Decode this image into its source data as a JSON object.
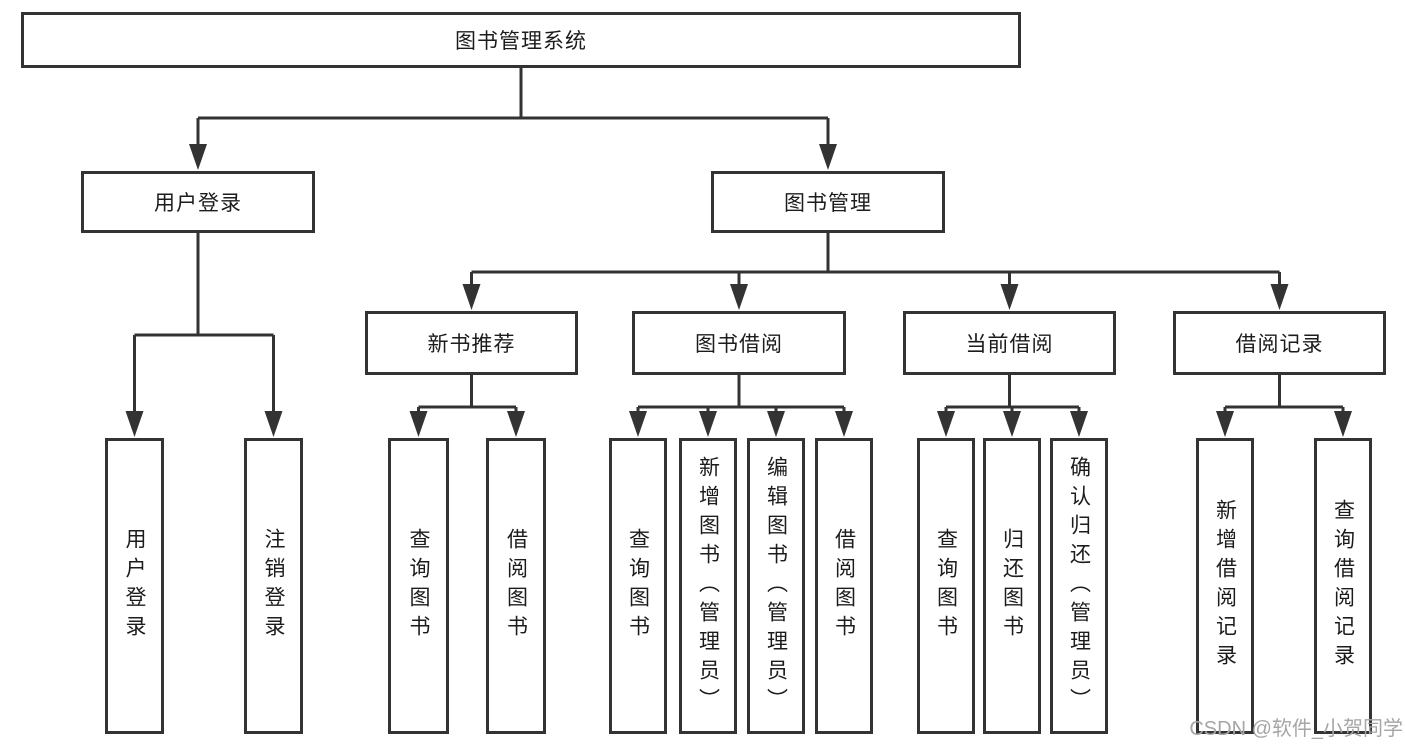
{
  "diagram": {
    "title": "图书管理系统",
    "branches": [
      {
        "label": "用户登录",
        "children": [
          "用户登录",
          "注销登录"
        ]
      },
      {
        "label": "图书管理",
        "children": [
          {
            "label": "新书推荐",
            "children": [
              "查询图书",
              "借阅图书"
            ]
          },
          {
            "label": "图书借阅",
            "children": [
              "查询图书",
              "新增图书（管理员）",
              "编辑图书（管理员）",
              "借阅图书"
            ]
          },
          {
            "label": "当前借阅",
            "children": [
              "查询图书",
              "归还图书",
              "确认归还（管理员）"
            ]
          },
          {
            "label": "借阅记录",
            "children": [
              "新增借阅记录",
              "查询借阅记录"
            ]
          }
        ]
      }
    ]
  },
  "watermark": {
    "text": "CSDN @软件_小贺同学",
    "color": "#a6a6a6"
  },
  "colors": {
    "background": "#ffffff",
    "line": "#333333",
    "box_border": "#333333",
    "text": "#1c1c1c"
  }
}
